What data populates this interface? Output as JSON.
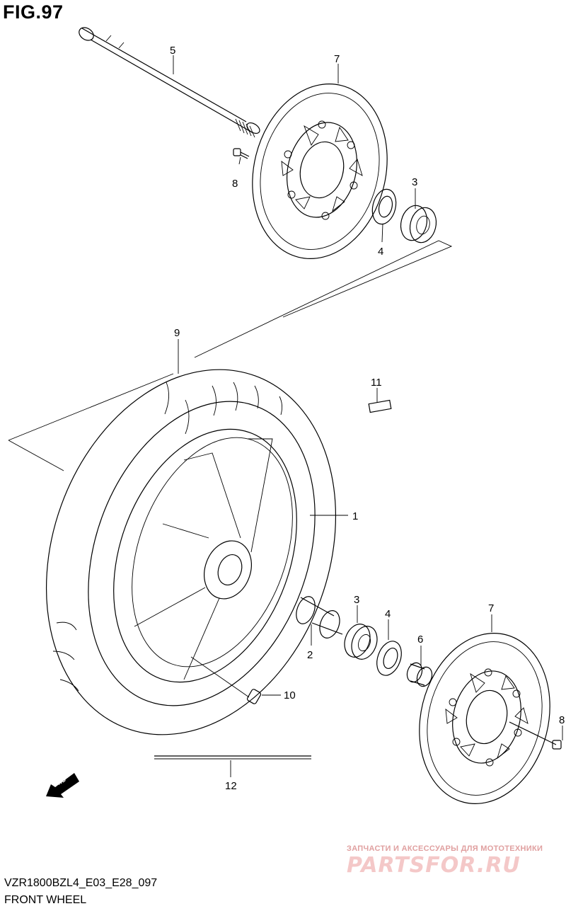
{
  "figure": {
    "title": "FIG.97"
  },
  "footer": {
    "code": "VZR1800BZL4_E03_E28_097",
    "caption": "FRONT WHEEL"
  },
  "watermark": {
    "line1": "ЗАПЧАСТИ И АКСЕССУАРЫ ДЛЯ МОТОТЕХНИКИ",
    "line2": "PARTSFOR.RU"
  },
  "fwd_badge": {
    "label": "FWD"
  },
  "callouts": {
    "n1": "1",
    "n2": "2",
    "n3a": "3",
    "n3b": "3",
    "n4a": "4",
    "n4b": "4",
    "n5": "5",
    "n6": "6",
    "n7a": "7",
    "n7b": "7",
    "n8a": "8",
    "n8b": "8",
    "n9": "9",
    "n10": "10",
    "n11": "11",
    "n12": "12"
  }
}
